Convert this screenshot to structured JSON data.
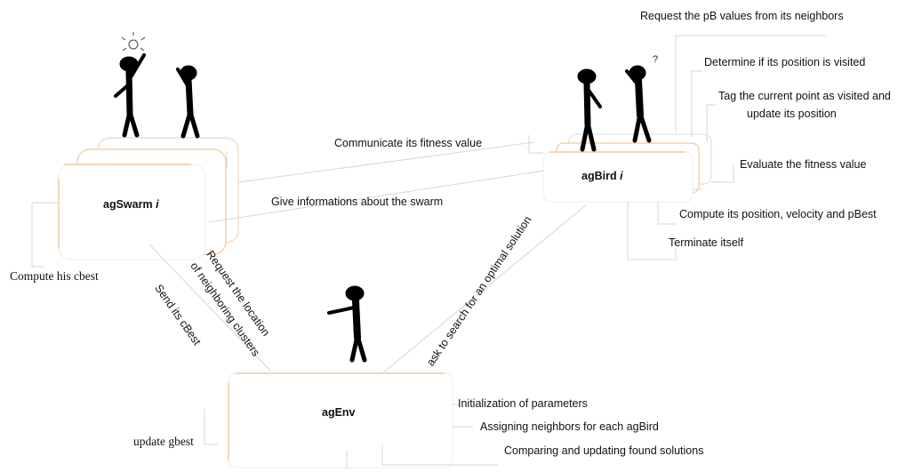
{
  "agents": {
    "swarm": {
      "name": "agSwarm",
      "index": "i"
    },
    "bird": {
      "name": "agBird",
      "index": "i"
    },
    "env": {
      "name": "agEnv"
    }
  },
  "bird_tasks": [
    "Request the pB values from its neighbors",
    "Determine if its position is visited",
    "Tag the current point as visited and",
    "update its position",
    "Evaluate the fitness value",
    "Compute its position, velocity and pBest",
    "Terminate itself"
  ],
  "swarm_tasks": [
    "Compute his cbest"
  ],
  "env_tasks": [
    "update gbest",
    "Initialization of parameters",
    "Assigning  neighbors for each agBird",
    "Comparing and updating found solutions"
  ],
  "messages": {
    "communicate_fitness": "Communicate its fitness value",
    "give_info_swarm": "Give informations about the swarm",
    "ask_to_search": "ask to search for an optimal solution",
    "request_location_line1": "Request the location",
    "request_location_line2": "of neighboring clusters",
    "send_cbest": "Send its cBest"
  },
  "colors": {
    "box_border_accent": "#f0c9a0",
    "line": "#d6d6d6",
    "figure": "#000000"
  },
  "icons": [
    "lightbulb-icon",
    "stick-figure-icon",
    "question-mark-icon"
  ]
}
